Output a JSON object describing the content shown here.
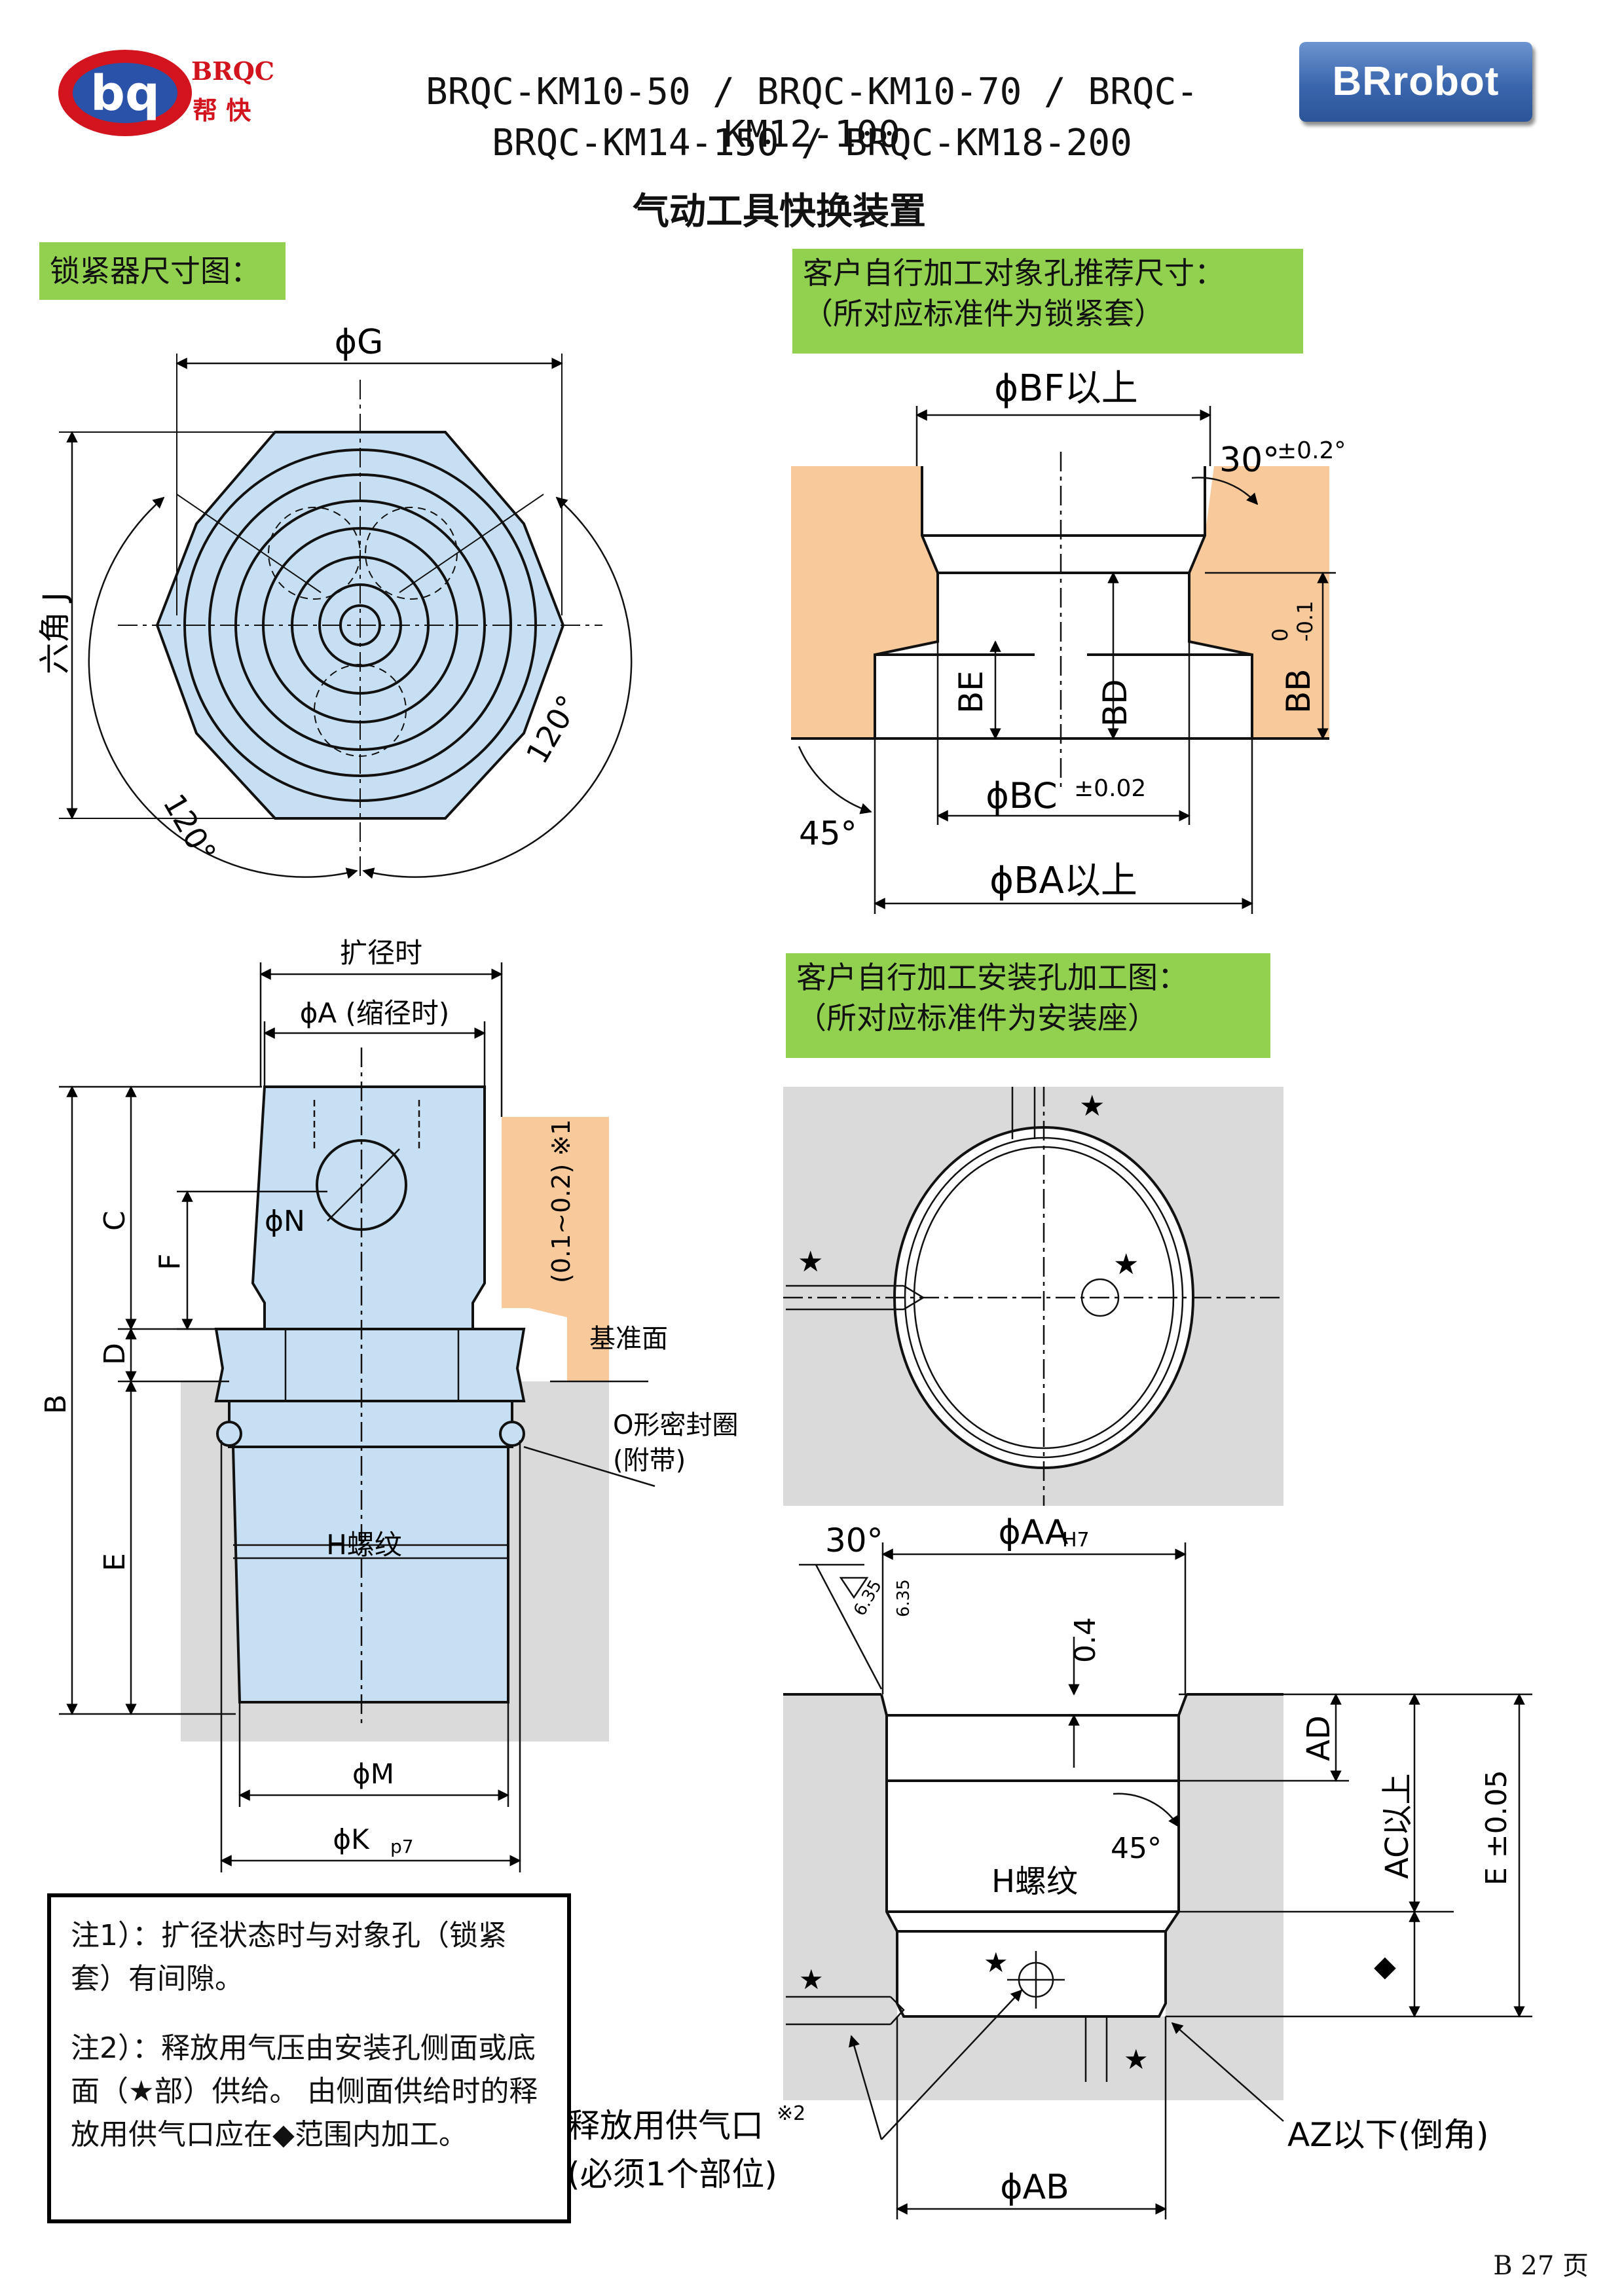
{
  "brand": {
    "name": "BRQC",
    "name_cn": "帮 快",
    "logo_text": "bq",
    "button_label": "BRrobot"
  },
  "header": {
    "title_line1": "BRQC-KM10-50 / BRQC-KM10-70 / BRQC-KM12-100",
    "title_line2": "BRQC-KM14-150 / BRQC-KM18-200",
    "subtitle": "气动工具快换装置"
  },
  "sections": {
    "lock_dims": "锁紧器尺寸图：",
    "target_hole_line1": "客户自行加工对象孔推荐尺寸：",
    "target_hole_line2": "（所对应标准件为锁紧套）",
    "install_hole_line1": "客户自行加工安装孔加工图：",
    "install_hole_line2": "（所对应标准件为安装座）"
  },
  "dims": {
    "phiG": "ϕG",
    "hex_j": "六角 J",
    "angle120": "120°",
    "expand": "扩径时",
    "phiA": "ϕA (缩径时)",
    "phiN": "ϕN",
    "C": "C",
    "F": "F",
    "D": "D",
    "B": "B",
    "E": "E",
    "gap": "(0.1~0.2) ※1",
    "datum": "基准面",
    "oring_line1": "O形密封圈",
    "oring_line2": "(附带)",
    "h_thread": "H螺纹",
    "phiM": "ϕM",
    "phiK": "ϕK",
    "phiK_tol": "p7",
    "phiBF": "ϕBF以上",
    "angle30_02": "30°",
    "angle30_tol": "±0.2°",
    "BE": "BE",
    "BD": "BD",
    "BB": "BB",
    "BB_tol_top": "0",
    "BB_tol_bot": "-0.1",
    "angle45": "45°",
    "phiBC": "ϕBC",
    "phiBC_tol": "±0.02",
    "phiBA": "ϕBA以上",
    "star": "★",
    "angle30": "30°",
    "rough": "6.35",
    "phiAA": "ϕAA",
    "phiAA_tol": "H7",
    "v04": "0.4",
    "AD": "AD",
    "AC": "AC以上",
    "E_tol": "E ±0.05",
    "diamond": "◆",
    "release_port_line1": "释放用供气口",
    "release_port_ref": "※2",
    "release_port_line2": "(必须1个部位)",
    "phiAB": "ϕAB",
    "AZ": "AZ以下(倒角)"
  },
  "notes": {
    "note1": "注1）：扩径状态时与对象孔（锁紧套）有间隙。",
    "note2": "注2）：释放用气压由安装孔侧面或底面（★部）供给。 由侧面供给时的释放用供气口应在◆范围内加工。"
  },
  "page": "B 27 页",
  "colors": {
    "part_fill": "#c7dff2",
    "target_fill": "#f8c99a",
    "base_fill": "#dadada",
    "section_green": "#92d050",
    "brand_red": "#d2141e",
    "brand_blue": "#2a52a8"
  }
}
